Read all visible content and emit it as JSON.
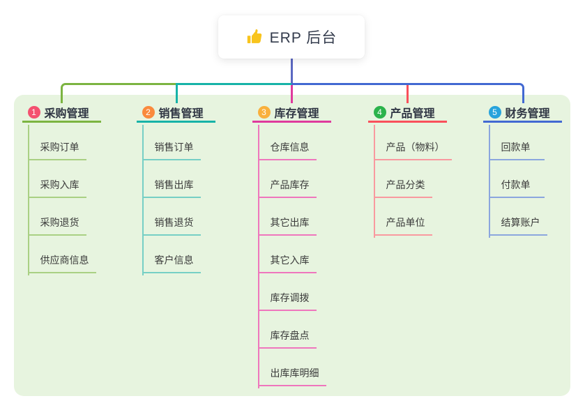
{
  "root": {
    "label": "ERP 后台",
    "icon": "thumbs-up-icon",
    "icon_color": "#f8c41d",
    "line_color": "#5b68c2",
    "text_color": "#333b4c"
  },
  "panel": {
    "background": "#e7f4df"
  },
  "branches": [
    {
      "num": "1",
      "title": "采购管理",
      "badge_color": "#f45170",
      "line_color": "#7cb441",
      "child_line_color": "#a9d083",
      "children": [
        "采购订单",
        "采购入库",
        "采购退货",
        "供应商信息"
      ]
    },
    {
      "num": "2",
      "title": "销售管理",
      "badge_color": "#fa8a3d",
      "line_color": "#17b3a8",
      "child_line_color": "#76cfc5",
      "children": [
        "销售订单",
        "销售出库",
        "销售退货",
        "客户信息"
      ]
    },
    {
      "num": "3",
      "title": "库存管理",
      "badge_color": "#f9b03c",
      "line_color": "#df3a9d",
      "child_line_color": "#ef76bd",
      "children": [
        "仓库信息",
        "产品库存",
        "其它出库",
        "其它入库",
        "库存调拨",
        "库存盘点",
        "出库库明细"
      ]
    },
    {
      "num": "4",
      "title": "产品管理",
      "badge_color": "#2bb34b",
      "line_color": "#f94f5b",
      "child_line_color": "#f9999f",
      "children": [
        "产品（物料）",
        "产品分类",
        "产品单位"
      ]
    },
    {
      "num": "5",
      "title": "财务管理",
      "badge_color": "#27a3dc",
      "line_color": "#4269d2",
      "child_line_color": "#8ba6de",
      "children": [
        "回款单",
        "付款单",
        "结算账户"
      ]
    }
  ]
}
